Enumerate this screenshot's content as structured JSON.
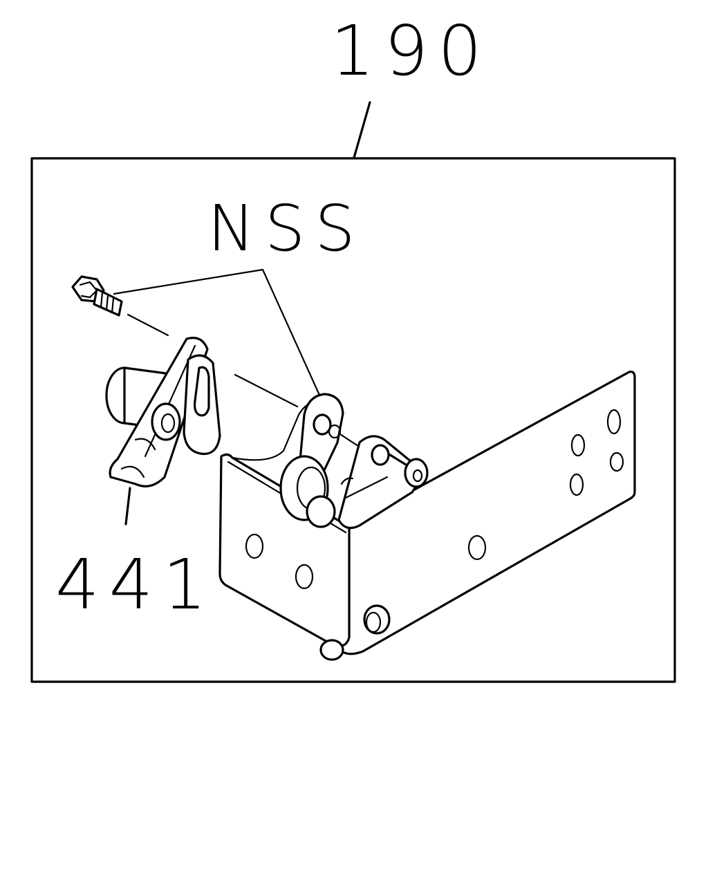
{
  "callouts": {
    "assembly_number": "190",
    "nss_label": "NSS",
    "part_number": "441"
  }
}
